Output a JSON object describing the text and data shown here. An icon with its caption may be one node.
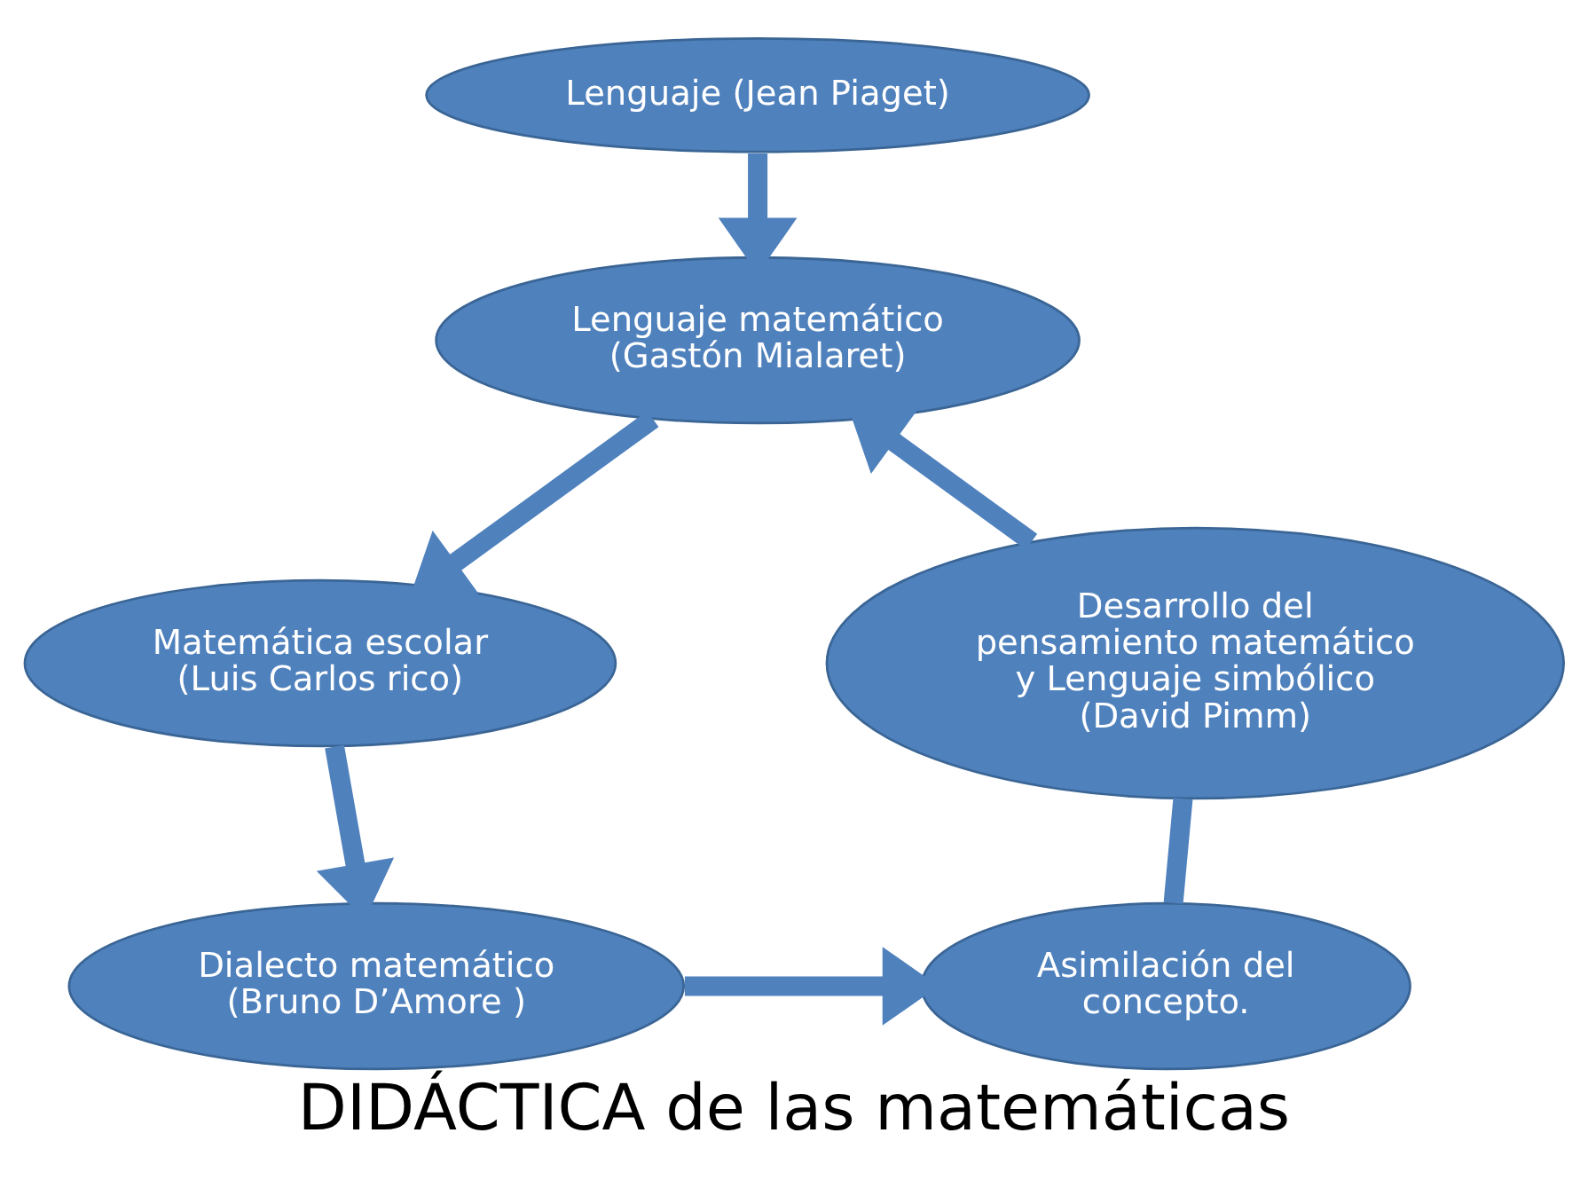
{
  "diagram": {
    "title": "DIDÁCTICA de las matemáticas",
    "nodes": [
      {
        "text": [
          "Lenguaje (Jean Piaget)"
        ]
      },
      {
        "text": [
          "Lenguaje matemático (Gastón Mialaret)"
        ]
      },
      {
        "text": [
          "Matemática escolar (Luis Carlos rico)"
        ]
      },
      {
        "text": [
          "Dialecto matemático (Bruno D’Amore )"
        ]
      },
      {
        "text": [
          "Asimilación del concepto."
        ]
      },
      {
        "text": [
          "Desarrollo del pensamiento matemático y Lenguaje simbólico (David Pimm)"
        ]
      }
    ],
    "edges": [
      {
        "from": 0,
        "to": 1,
        "arrow": "to"
      },
      {
        "from": 1,
        "to": 2,
        "arrow": "to"
      },
      {
        "from": 2,
        "to": 3,
        "arrow": "to"
      },
      {
        "from": 3,
        "to": 4,
        "arrow": "to"
      },
      {
        "from": 4,
        "to": 5,
        "arrow": "none"
      },
      {
        "from": 5,
        "to": 1,
        "arrow": "to"
      }
    ]
  }
}
